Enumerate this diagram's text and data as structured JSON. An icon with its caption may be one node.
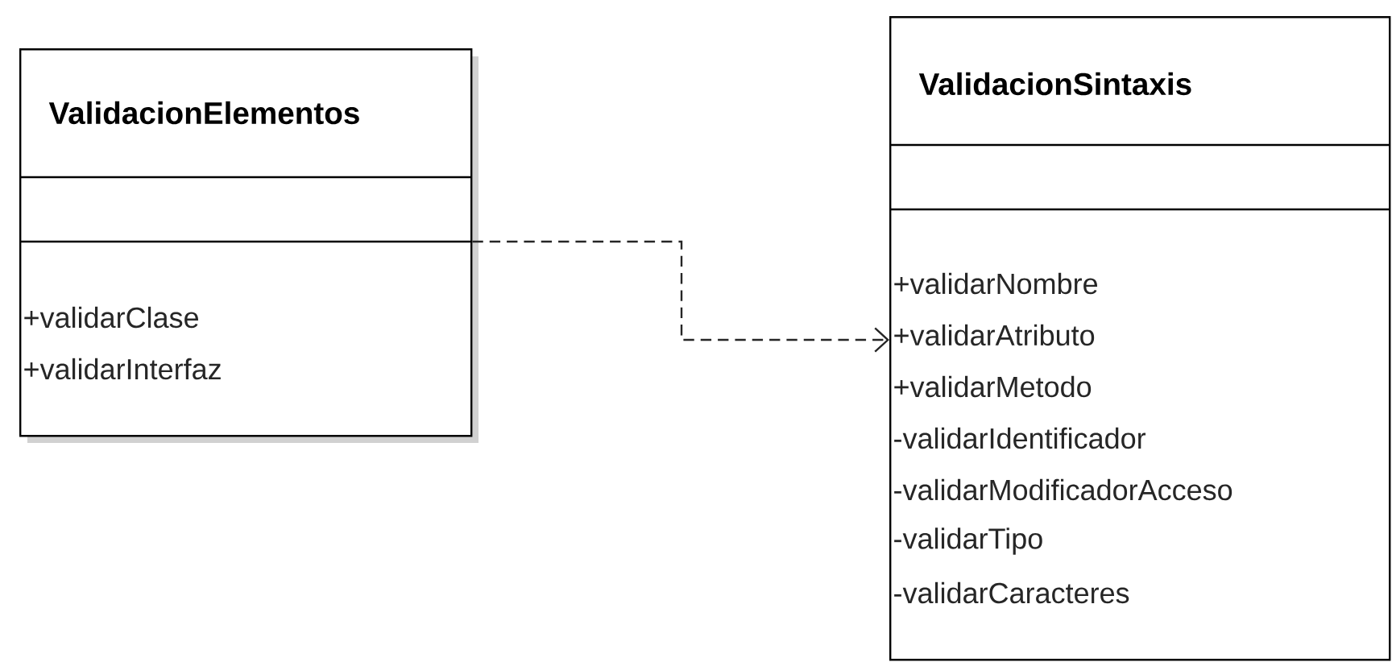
{
  "diagram": {
    "nodes": [
      {
        "text": [
          "ValidacionElementos",
          "+validarClase",
          "+validarInterfaz"
        ]
      },
      {
        "text": [
          "ValidacionSintaxis",
          "+validarNombre",
          "+validarAtributo",
          "+validarMetodo",
          "-validarIdentificador",
          "-validarModificadorAcceso",
          "-validarTipo",
          "-validarCaracteres"
        ]
      }
    ],
    "edges": [
      {
        "from": 0,
        "to": 1,
        "arrow": "to",
        "style": "dashed"
      }
    ]
  }
}
